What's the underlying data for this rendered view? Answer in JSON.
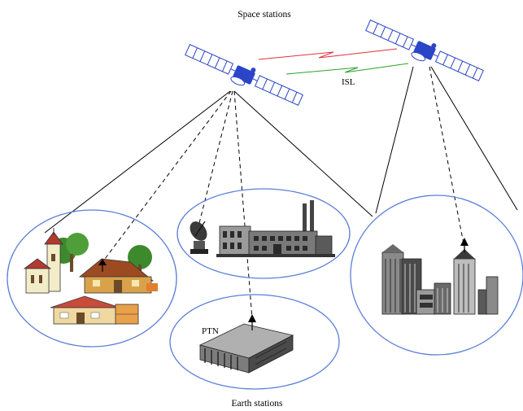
{
  "diagram": {
    "title": "Space stations",
    "footer": "Earth stations",
    "isl_label": "ISL",
    "ptn_label": "PTN",
    "colors": {
      "ellipse_stroke": "#5b7fd6",
      "satellite_blue": "#2a45c8",
      "isl_red": "#e0303c",
      "isl_green": "#2ca02c",
      "line": "#000000"
    },
    "nodes": [
      {
        "id": "satellite-left",
        "kind": "space station",
        "icon": "satellite-icon"
      },
      {
        "id": "satellite-right",
        "kind": "space station",
        "icon": "satellite-icon"
      },
      {
        "id": "residential-area",
        "kind": "earth station coverage",
        "icon": "houses-icon"
      },
      {
        "id": "industrial-site",
        "kind": "earth station coverage",
        "icon": "factory-icon"
      },
      {
        "id": "ptn-site",
        "kind": "earth station coverage",
        "icon": "office-building-icon"
      },
      {
        "id": "city-area",
        "kind": "earth station coverage",
        "icon": "skyscrapers-icon"
      }
    ],
    "links": [
      {
        "from": "satellite-left",
        "to": "satellite-right",
        "style": "zigzag",
        "label": "ISL"
      },
      {
        "from": "satellite-left",
        "to": "residential-area",
        "style": "dashed"
      },
      {
        "from": "satellite-left",
        "to": "industrial-site",
        "style": "dashed"
      },
      {
        "from": "satellite-left",
        "to": "ptn-site",
        "style": "dashed"
      },
      {
        "from": "satellite-right",
        "to": "city-area",
        "style": "dashed"
      }
    ]
  }
}
